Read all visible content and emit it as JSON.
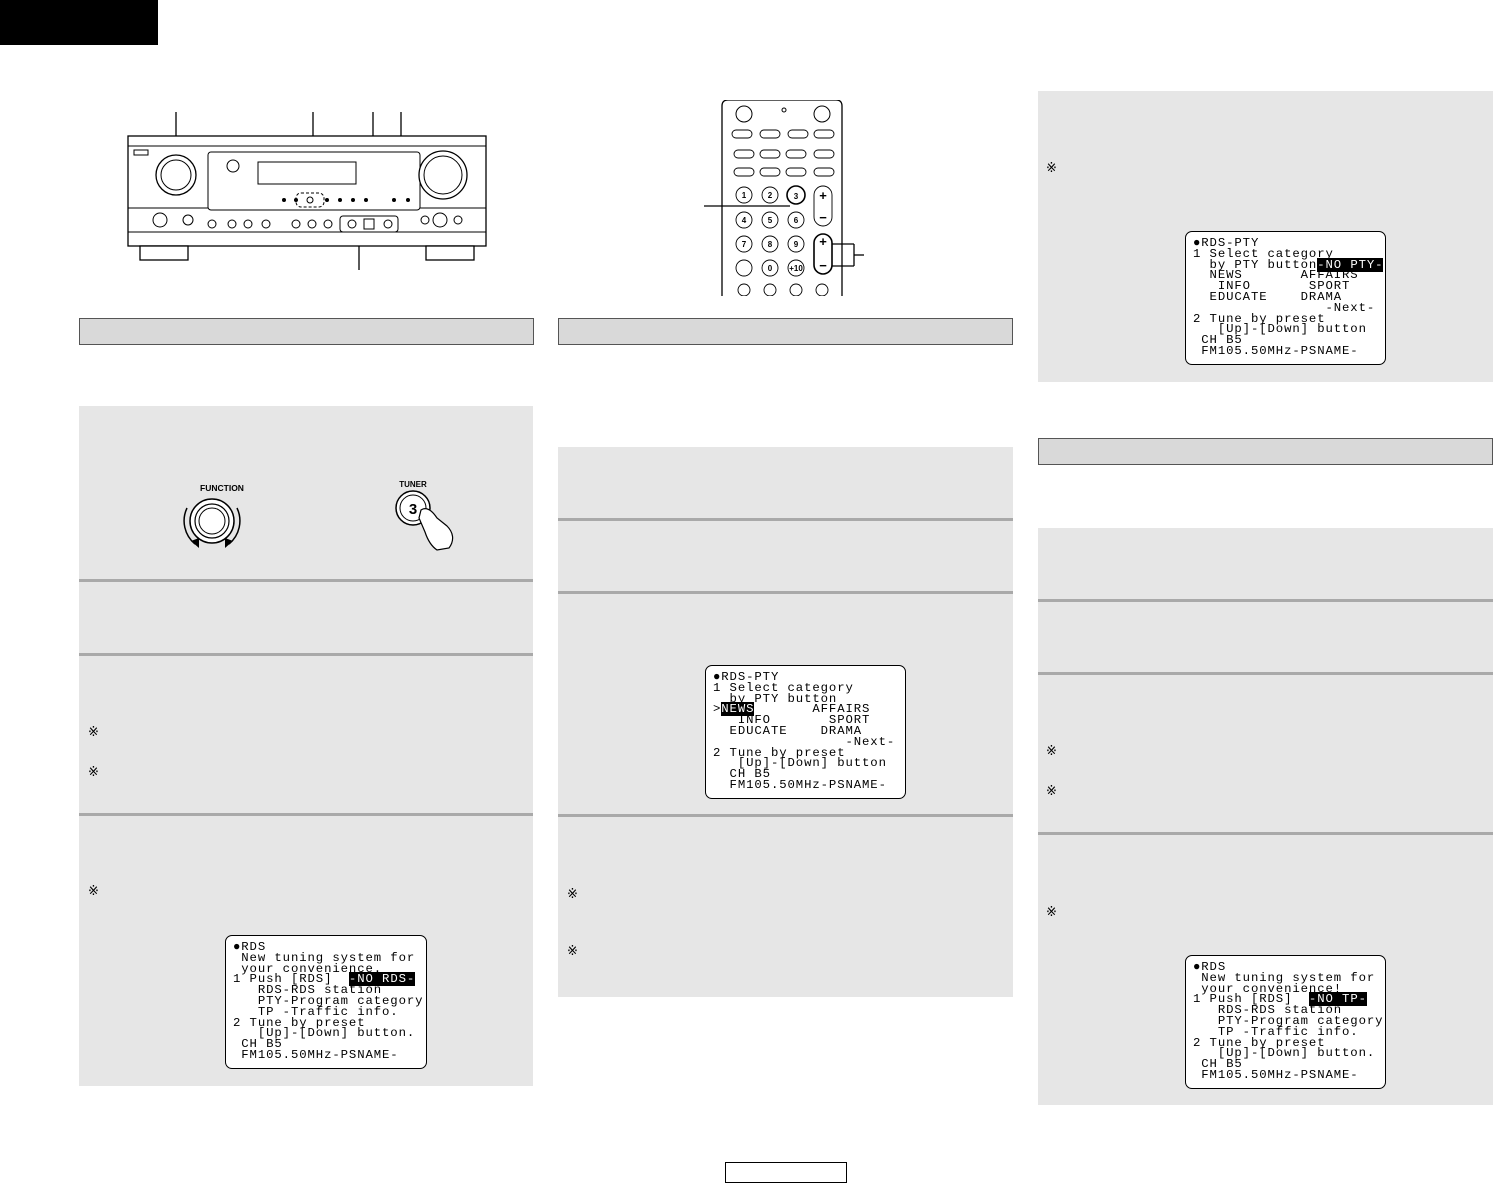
{
  "labels": {
    "function": "FUNCTION",
    "tuner": "TUNER",
    "tuner_num": "3",
    "note": "※"
  },
  "osd_rds": [
    "●RDS",
    " New tuning system for",
    " your convenience.",
    "1 Push [RDS]  ",
    "   RDS-RDS station",
    "   PTY-Program category",
    "   TP -Traffic info.",
    "2 Tune by preset",
    "   [Up]-[Down] button.",
    " CH B5",
    " FM105.50MHz-PSNAME-"
  ],
  "osd_rds_badge": "-NO RDS-",
  "osd_pty_mid": [
    "●RDS-PTY",
    "1 Select category",
    "  by PTY button",
    ">",
    "   INFO       SPORT",
    "  EDUCATE    DRAMA",
    "                -Next-",
    "2 Tune by preset",
    "   [Up]-[Down] button",
    "  CH B5",
    "  FM105.50MHz-PSNAME-"
  ],
  "osd_pty_mid_news": "NEWS",
  "osd_pty_mid_affairs": "       AFFAIRS",
  "osd_pty_right": [
    "●RDS-PTY",
    "1 Select category",
    "  by PTY button",
    "  NEWS       AFFAIRS",
    "   INFO       SPORT",
    "  EDUCATE    DRAMA",
    "                -Next-",
    "2 Tune by preset",
    "   [Up]-[Down] button",
    " CH B5",
    " FM105.50MHz-PSNAME-"
  ],
  "osd_pty_right_badge": "-NO PTY-",
  "osd_tp": [
    "●RDS",
    " New tuning system for",
    " your convenience!",
    "1 Push [RDS]  ",
    "   RDS-RDS station",
    "   PTY-Program category",
    "   TP -Traffic info.",
    "2 Tune by preset",
    "   [Up]-[Down] button.",
    " CH B5",
    " FM105.50MHz-PSNAME-"
  ],
  "osd_tp_badge": "-NO TP-"
}
